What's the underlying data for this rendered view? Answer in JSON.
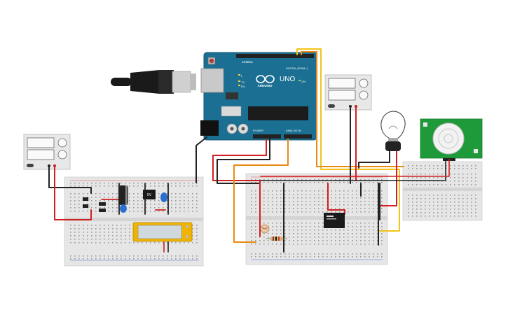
{
  "arduino": {
    "brand": "ARDUINO",
    "model": "UNO",
    "digital_label": "DIGITAL (PWM~)",
    "power_label": "POWER",
    "analog_label": "ANALOG IN",
    "tx_label": "TX",
    "rx_label": "RX",
    "l_label": "L",
    "on_label": "ON",
    "aref_label": "AREF",
    "gnd_label": "GND"
  },
  "regulator": {
    "label": "5V"
  },
  "colors": {
    "board_teal": "#1b6f93",
    "wire_red": "#d02020",
    "wire_black": "#222222",
    "wire_orange": "#e88a10",
    "wire_yellow": "#f2c418",
    "lcd_frame": "#f0b400",
    "lcd_screen": "#cfd8dc",
    "pir_green": "#1f9a3a",
    "breadboard": "#e6e6e6"
  },
  "icons": {
    "usb": "usb-cable-icon",
    "bulb": "light-bulb-icon",
    "arduino_logo": "arduino-infinity-logo-icon"
  }
}
